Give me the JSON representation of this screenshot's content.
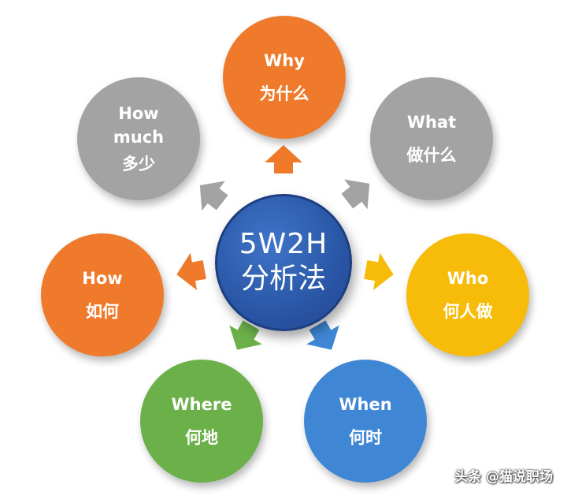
{
  "center": {
    "line1": "5W2H",
    "line2": "分析法",
    "color": "#2a56a6"
  },
  "nodes": [
    {
      "id": "why",
      "en": "Why",
      "zh": "为什么",
      "color": "#ef7a2b"
    },
    {
      "id": "what",
      "en": "What",
      "zh": "做什么",
      "color": "#a3a3a3"
    },
    {
      "id": "who",
      "en": "Who",
      "zh": "何人做",
      "color": "#f7bc0a"
    },
    {
      "id": "when",
      "en": "When",
      "zh": "何时",
      "color": "#3f86d4"
    },
    {
      "id": "where",
      "en": "Where",
      "zh": "何地",
      "color": "#6cb04a"
    },
    {
      "id": "how",
      "en": "How",
      "zh": "如何",
      "color": "#ef7a2b"
    },
    {
      "id": "how-much",
      "en": "How\nmuch",
      "zh": "多少",
      "color": "#a3a3a3"
    }
  ],
  "arrow_colors": {
    "why": "#ef7a2b",
    "what": "#a3a3a3",
    "who": "#f7bc0a",
    "when": "#3f86d4",
    "where": "#6cb04a",
    "how": "#ef7a2b",
    "how-much": "#a3a3a3"
  },
  "watermark": "头条 @猫说职场"
}
